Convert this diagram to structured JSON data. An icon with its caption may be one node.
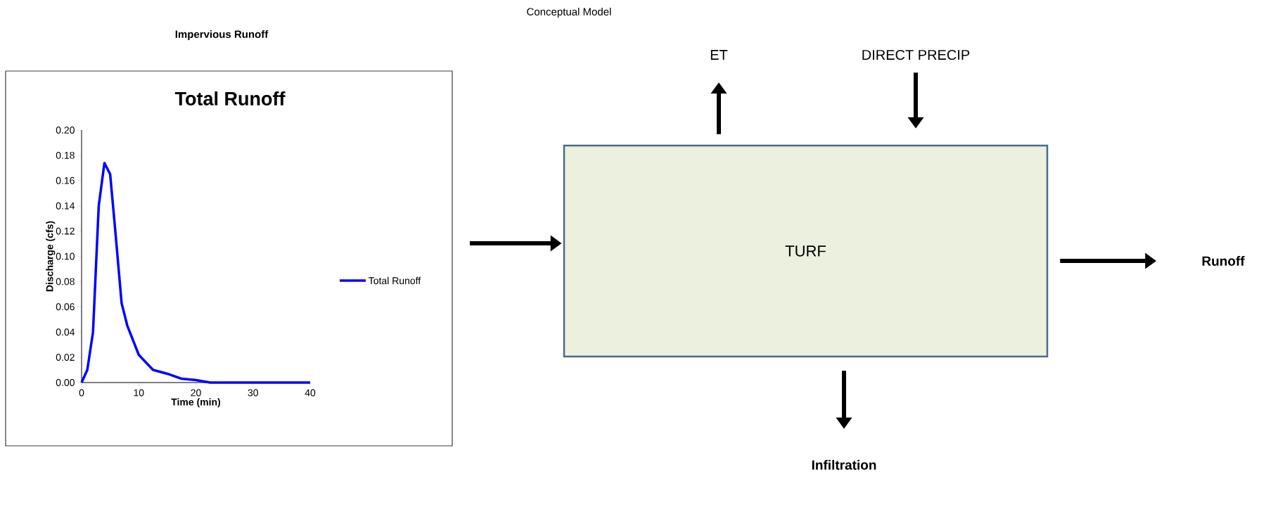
{
  "diagram": {
    "title": "Conceptual Model",
    "nodes": [
      {
        "text": [
          "TURF"
        ]
      },
      {
        "text": [
          "ET"
        ]
      },
      {
        "text": [
          "DIRECT PRECIP"
        ]
      },
      {
        "text": [
          "Runoff"
        ]
      },
      {
        "text": [
          "Infiltration"
        ]
      }
    ],
    "edges": [
      {
        "from": 0,
        "to": 1,
        "arrow": "to"
      },
      {
        "from": 2,
        "to": 0,
        "arrow": "to"
      },
      {
        "from": null,
        "to": 0,
        "arrow": "to"
      },
      {
        "from": 0,
        "to": 3,
        "arrow": "to"
      },
      {
        "from": 0,
        "to": 4,
        "arrow": "to"
      }
    ],
    "labels": [
      "Impervious Runoff"
    ],
    "chart_data": {
      "type": "line",
      "title": "Total Runoff",
      "xlabel": "Time (min)",
      "ylabel": "Discharge (cfs)",
      "x": [
        0,
        1,
        2,
        3,
        4,
        5,
        5.5,
        6,
        7,
        8,
        10,
        12.5,
        15,
        17.5,
        20,
        22.5,
        30,
        40
      ],
      "series": [
        {
          "name": "Total Runoff",
          "color": "#0000ff",
          "values": [
            0,
            0.01,
            0.04,
            0.14,
            0.174,
            0.165,
            0.14,
            0.115,
            0.063,
            0.045,
            0.022,
            0.01,
            0.007,
            0.003,
            0.002,
            0,
            0,
            0
          ]
        }
      ],
      "xlim": [
        0,
        40
      ],
      "ylim": [
        0,
        0.2
      ],
      "xticks": [
        0,
        10,
        20,
        30,
        40
      ],
      "yticks": [
        {
          "value": 0,
          "label": "0.00"
        },
        {
          "value": 0.02,
          "label": "0.02"
        },
        {
          "value": 0.04,
          "label": "0.04"
        },
        {
          "value": 0.06,
          "label": "0.06"
        },
        {
          "value": 0.08,
          "label": "0.08"
        },
        {
          "value": 0.1,
          "label": "0.10"
        },
        {
          "value": 0.12,
          "label": "0.12"
        },
        {
          "value": 0.14,
          "label": "0.14"
        },
        {
          "value": 0.16,
          "label": "0.16"
        },
        {
          "value": 0.18,
          "label": "0.18"
        },
        {
          "value": 0.2,
          "label": "0.20"
        }
      ]
    }
  }
}
